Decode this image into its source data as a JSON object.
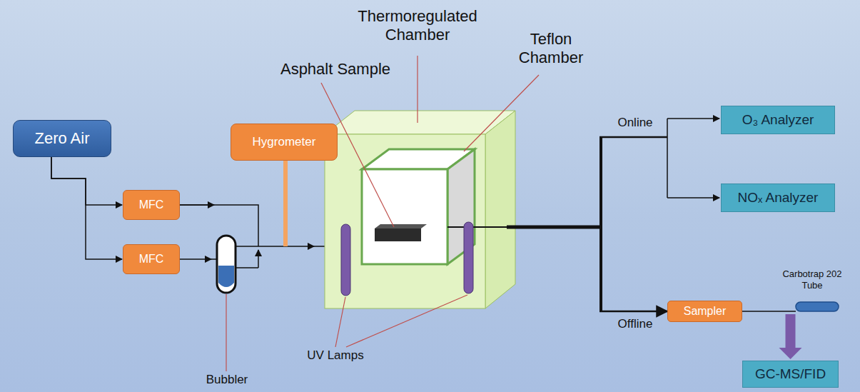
{
  "diagram": {
    "nodes": [
      {
        "text": [
          "Zero Air"
        ]
      },
      {
        "text": [
          "MFC"
        ]
      },
      {
        "text": [
          "MFC"
        ]
      },
      {
        "text": [
          "Hygrometer"
        ]
      },
      {
        "text": [
          "O₃ Analyzer"
        ]
      },
      {
        "text": [
          "NOₓ Analyzer"
        ]
      },
      {
        "text": [
          "Sampler"
        ]
      },
      {
        "text": [
          "GC-MS/FID"
        ]
      }
    ],
    "edges": [
      {
        "from": 0,
        "to": 1,
        "arrow": "to"
      },
      {
        "from": 0,
        "to": 2,
        "arrow": "to"
      },
      {
        "from": 6,
        "to": 7,
        "arrow": "to"
      }
    ],
    "labels": [
      "Thermoregulated Chamber",
      "Teflon Chamber",
      "Asphalt Sample",
      "Bubbler",
      "UV Lamps",
      "Online",
      "Offline",
      "Carbotrap 202 Tube"
    ]
  }
}
